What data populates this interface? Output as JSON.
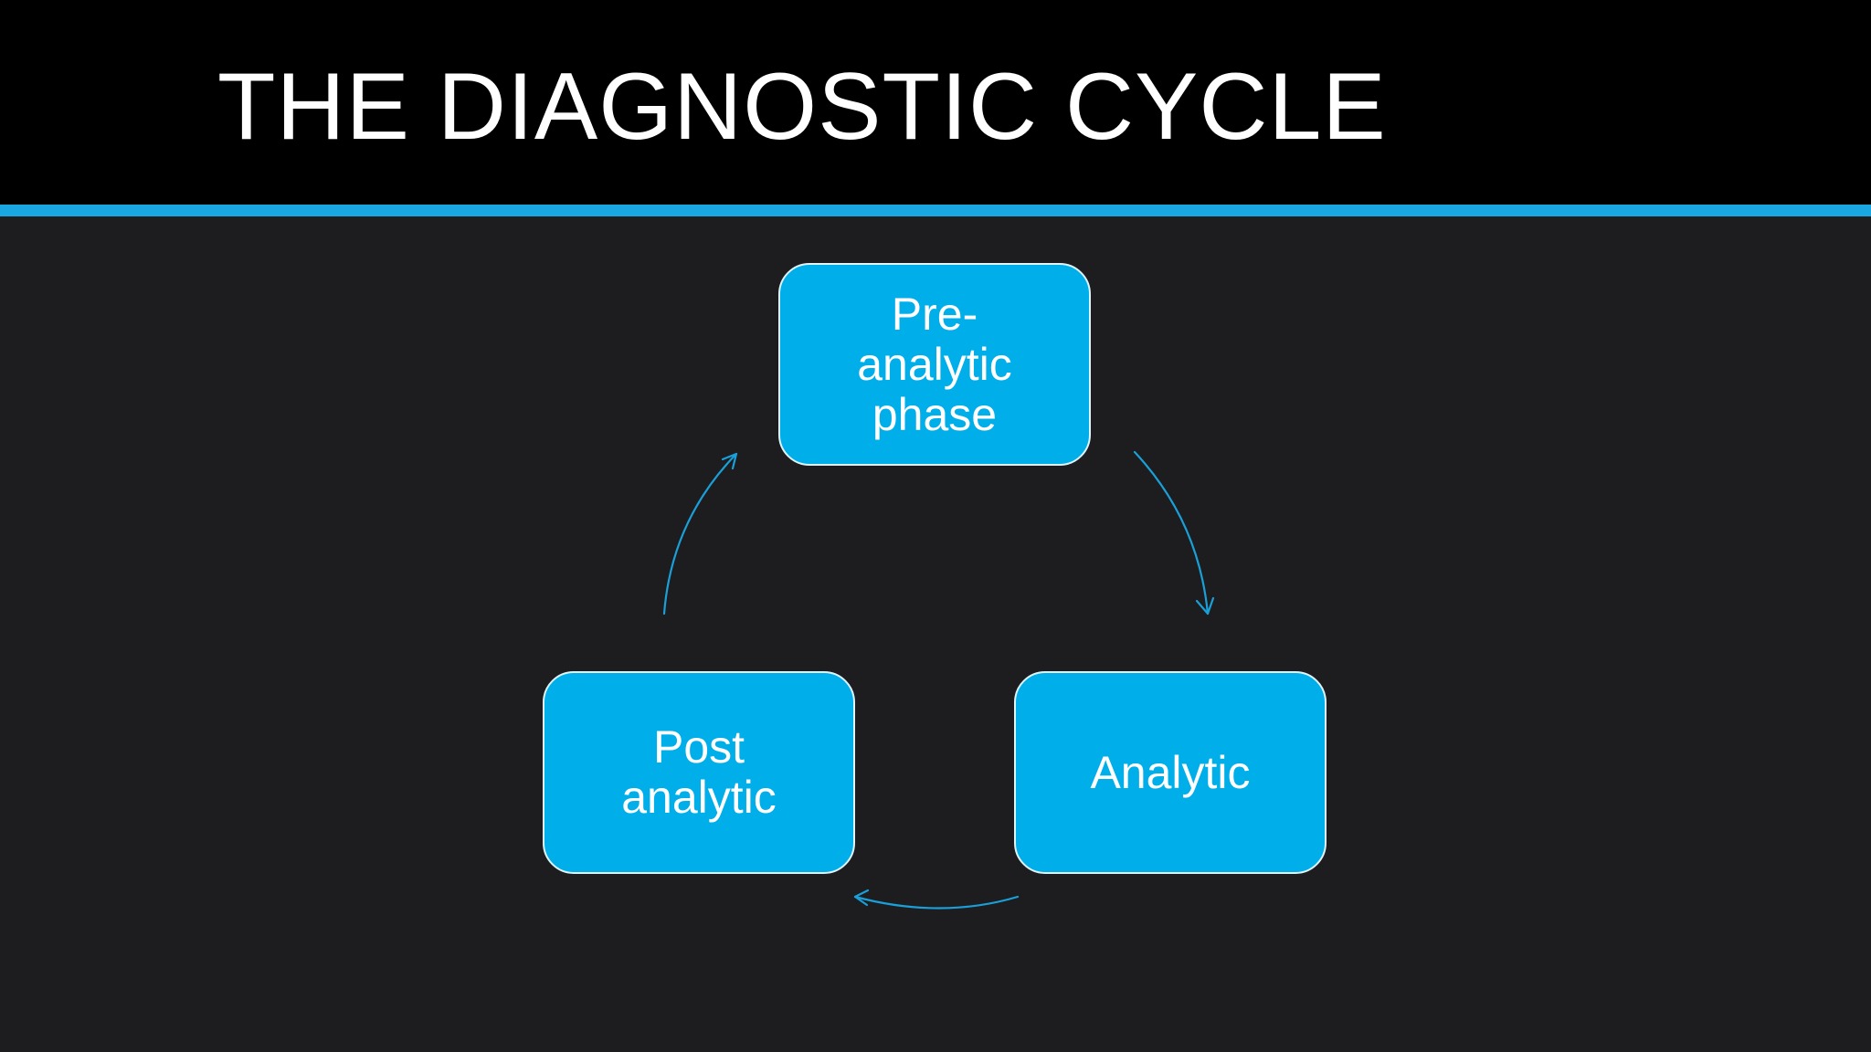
{
  "slide": {
    "title": "THE DIAGNOSTIC CYCLE"
  },
  "diagram": {
    "nodes": [
      {
        "id": "pre",
        "label": "Pre-\nanalytic\nphase"
      },
      {
        "id": "analytic",
        "label": "Analytic"
      },
      {
        "id": "post",
        "label": "Post\nanalytic"
      }
    ],
    "edges": [
      {
        "from": "pre",
        "to": "analytic"
      },
      {
        "from": "analytic",
        "to": "post"
      },
      {
        "from": "post",
        "to": "pre"
      }
    ]
  },
  "colors": {
    "background": "#1d1d1f",
    "header": "#000000",
    "accent": "#1aa6e0",
    "node_fill": "#00aeea",
    "node_border": "#dff4fc",
    "arrow": "#1a9fd8",
    "text": "#ffffff"
  }
}
